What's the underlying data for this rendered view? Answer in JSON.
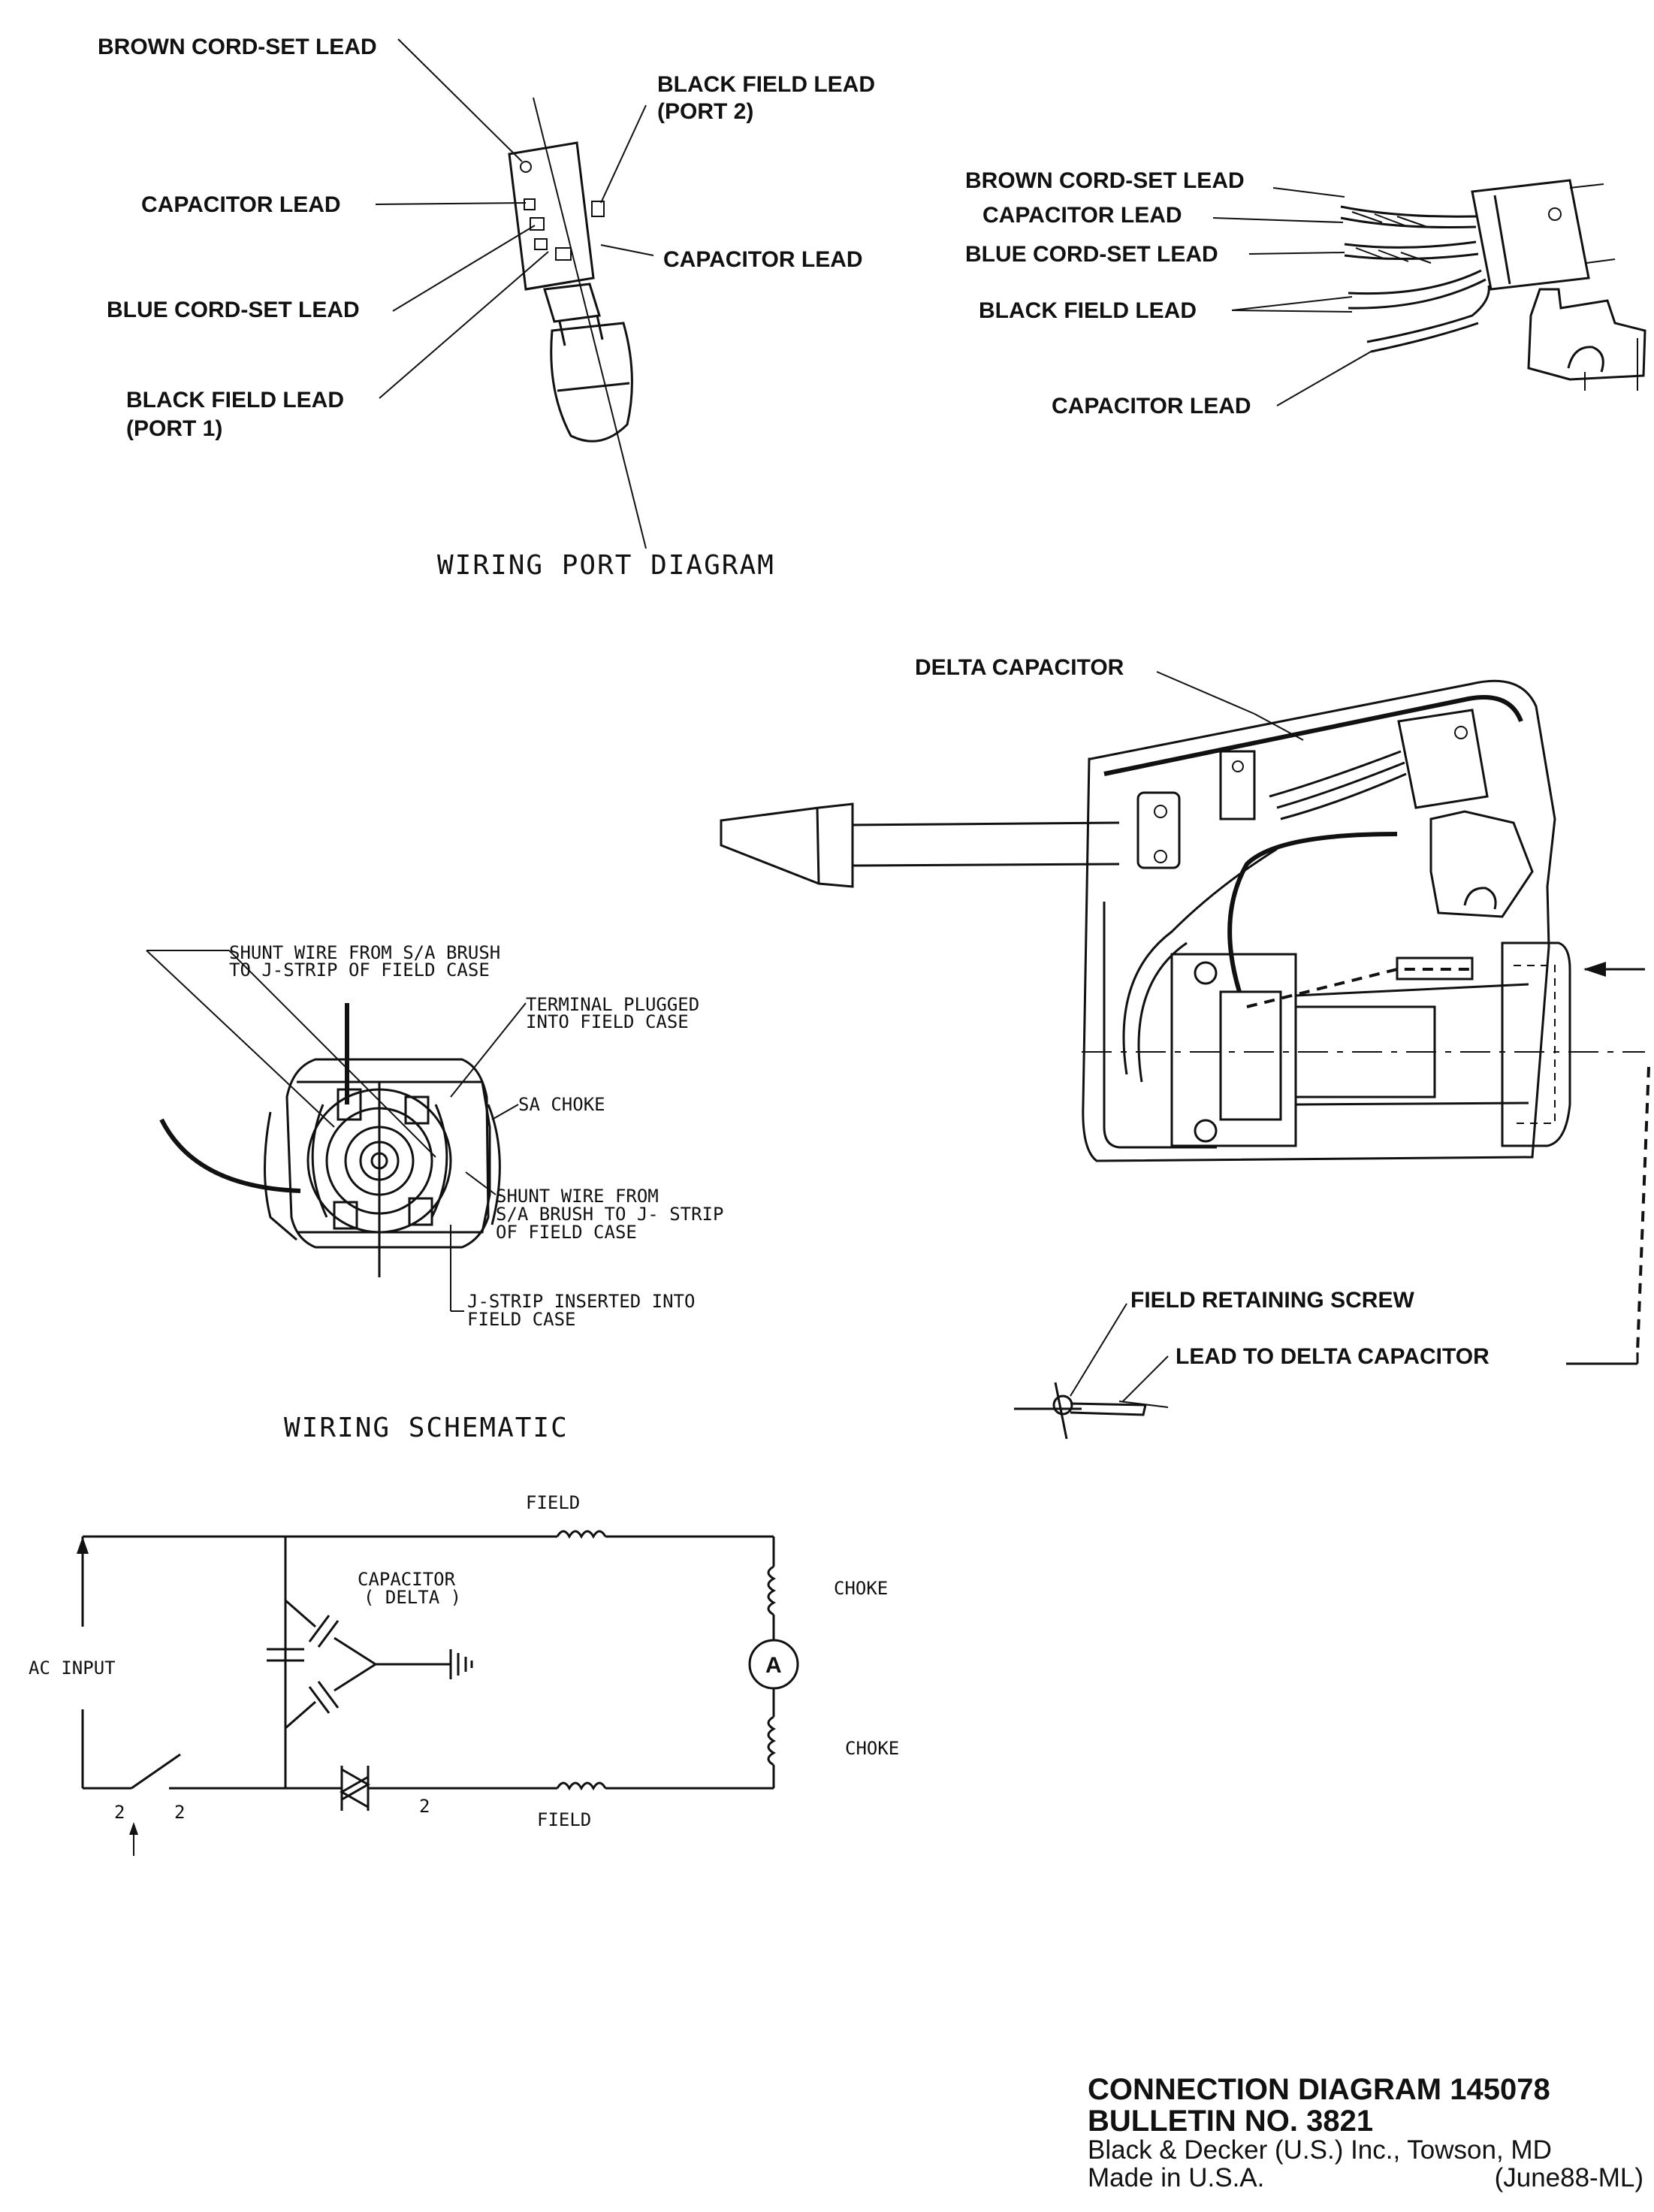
{
  "port_diagram": {
    "title": "WIRING PORT DIAGRAM",
    "labels": {
      "brown_cord": "BROWN CORD-SET LEAD",
      "black_field_port2_a": "BLACK FIELD LEAD",
      "black_field_port2_b": "(PORT 2)",
      "capacitor_left": "CAPACITOR LEAD",
      "capacitor_right": "CAPACITOR LEAD",
      "blue_cord": "BLUE CORD-SET LEAD",
      "black_field_port1_a": "BLACK FIELD LEAD",
      "black_field_port1_b": "(PORT 1)"
    }
  },
  "switch_side_view": {
    "labels": {
      "brown_cord": "BROWN CORD-SET LEAD",
      "capacitor_top": "CAPACITOR LEAD",
      "blue_cord": "BLUE CORD-SET LEAD",
      "black_field": "BLACK FIELD LEAD",
      "capacitor_bottom": "CAPACITOR LEAD"
    }
  },
  "housing_view": {
    "labels": {
      "delta_capacitor": "DELTA CAPACITOR",
      "field_retaining_screw": "FIELD RETAINING SCREW",
      "lead_to_delta": "LEAD TO DELTA CAPACITOR"
    }
  },
  "motor_end_view": {
    "labels": {
      "shunt_top_a": "SHUNT WIRE FROM S/A BRUSH",
      "shunt_top_b": "TO J-STRIP OF FIELD CASE",
      "terminal_a": "TERMINAL PLUGGED",
      "terminal_b": "INTO FIELD CASE",
      "sa_choke": "SA CHOKE",
      "shunt_right_a": "SHUNT WIRE FROM",
      "shunt_right_b": "S/A BRUSH TO J- STRIP",
      "shunt_right_c": "OF FIELD CASE",
      "jstrip_a": "J-STRIP INSERTED INTO",
      "jstrip_b": "FIELD CASE"
    }
  },
  "schematic": {
    "title": "WIRING SCHEMATIC",
    "labels": {
      "field_top": "FIELD",
      "capacitor_a": "CAPACITOR",
      "capacitor_b": "( DELTA )",
      "choke_top": "CHOKE",
      "ac_input": "AC INPUT",
      "motor": "A",
      "choke_bottom": "CHOKE",
      "field_bottom": "FIELD",
      "sw_left": "2",
      "sw_right": "2",
      "triac": "2"
    }
  },
  "footer": {
    "line1": "CONNECTION DIAGRAM 145078",
    "line2": "BULLETIN NO. 3821",
    "line3": "Black & Decker (U.S.) Inc., Towson, MD",
    "line4_left": "Made in U.S.A.",
    "line4_right": "(June88-ML)"
  }
}
